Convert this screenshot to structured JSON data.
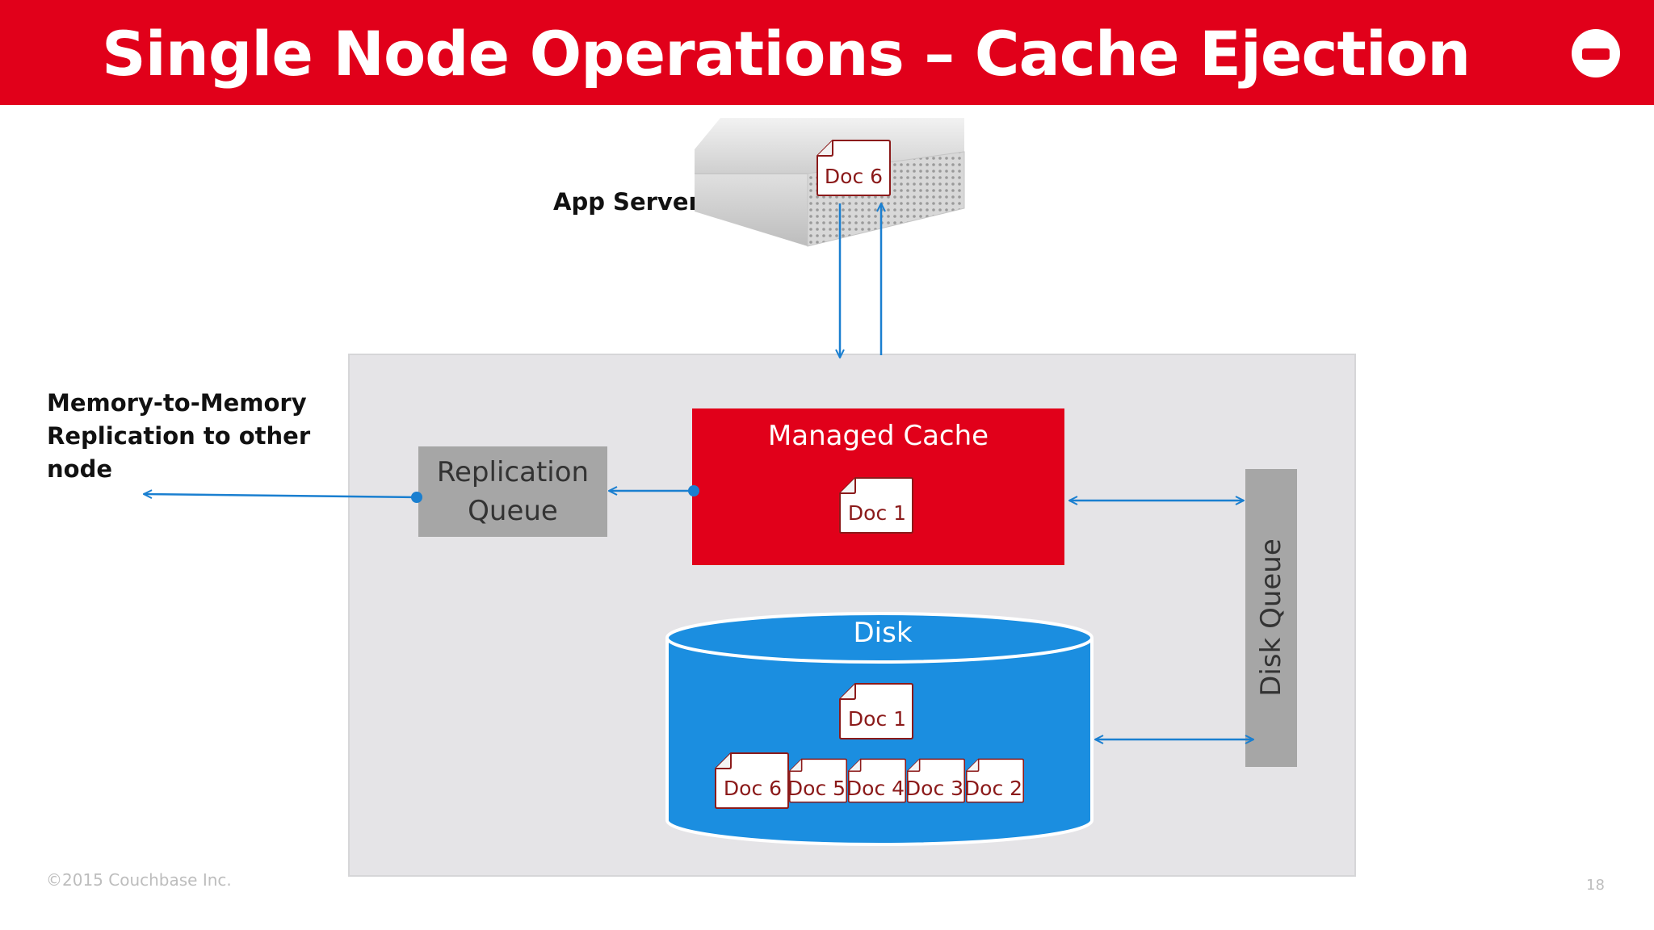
{
  "slide": {
    "title": "Single Node Operations – Cache Ejection",
    "copyright": "©2015 Couchbase Inc.",
    "page_number": "18"
  },
  "labels": {
    "app_server": "App Server",
    "replication_note": [
      "Memory-to-Memory",
      "Replication to other",
      "node"
    ],
    "managed_cache": "Managed Cache",
    "replication_queue": [
      "Replication",
      "Queue"
    ],
    "disk_queue": "Disk Queue",
    "disk": "Disk"
  },
  "documents": {
    "app_server_doc": "Doc 6",
    "cache_doc": "Doc 1",
    "disk_top_doc": "Doc 1",
    "disk_row": [
      "Doc 6",
      "Doc 5",
      "Doc 4",
      "Doc 3",
      "Doc 2"
    ]
  },
  "colors": {
    "brand_red": "#e1001a",
    "disk_blue": "#1b8ee0",
    "queue_gray": "#a6a6a6",
    "node_gray": "#e5e4e7",
    "arrow_blue": "#1a7fd0",
    "doc_text": "#8b1a1a"
  },
  "icons": {
    "logo": "couchbase-logo-icon",
    "server": "server-rack-icon",
    "document": "document-icon"
  }
}
